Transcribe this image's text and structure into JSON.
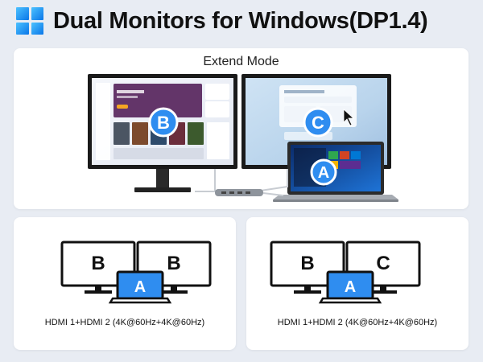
{
  "header": {
    "logo_icon": "windows-logo-icon",
    "title": "Dual Monitors for Windows(DP1.4)"
  },
  "extend": {
    "title": "Extend Mode",
    "badge_left": "B",
    "badge_right": "C",
    "badge_laptop": "A"
  },
  "diagram_left": {
    "monitor_left": "B",
    "monitor_right": "B",
    "laptop": "A",
    "caption": "HDMI 1+HDMI 2 (4K@60Hz+4K@60Hz)"
  },
  "diagram_right": {
    "monitor_left": "B",
    "monitor_right": "C",
    "laptop": "A",
    "caption": "HDMI 1+HDMI 2 (4K@60Hz+4K@60Hz)"
  },
  "colors": {
    "accent": "#2f8df0",
    "background": "#e8ecf3"
  }
}
